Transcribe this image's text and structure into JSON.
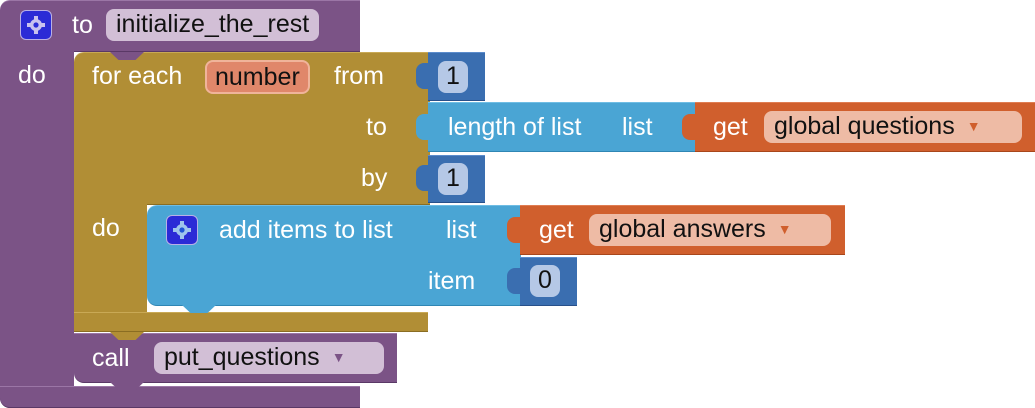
{
  "procedure": {
    "keyword_to": "to",
    "name": "initialize_the_rest",
    "keyword_do": "do",
    "color": "#7b5386"
  },
  "for_each": {
    "keyword": "for each",
    "variable": "number",
    "label_from": "from",
    "label_to": "to",
    "label_by": "by",
    "label_do": "do",
    "from_value": "1",
    "by_value": "1",
    "color": "#b18e35"
  },
  "length_of_list": {
    "label": "length of list",
    "socket_label": "list",
    "color": "#4aa5d4"
  },
  "get_questions": {
    "keyword": "get",
    "variable": "global questions",
    "color": "#d05f2d"
  },
  "add_items": {
    "label": "add items to list",
    "socket_list": "list",
    "socket_item": "item",
    "item_value": "0",
    "color": "#4aa5d4"
  },
  "get_answers": {
    "keyword": "get",
    "variable": "global answers"
  },
  "call": {
    "keyword": "call",
    "procedure": "put_questions"
  },
  "icons": {
    "dropdown": "▼"
  }
}
